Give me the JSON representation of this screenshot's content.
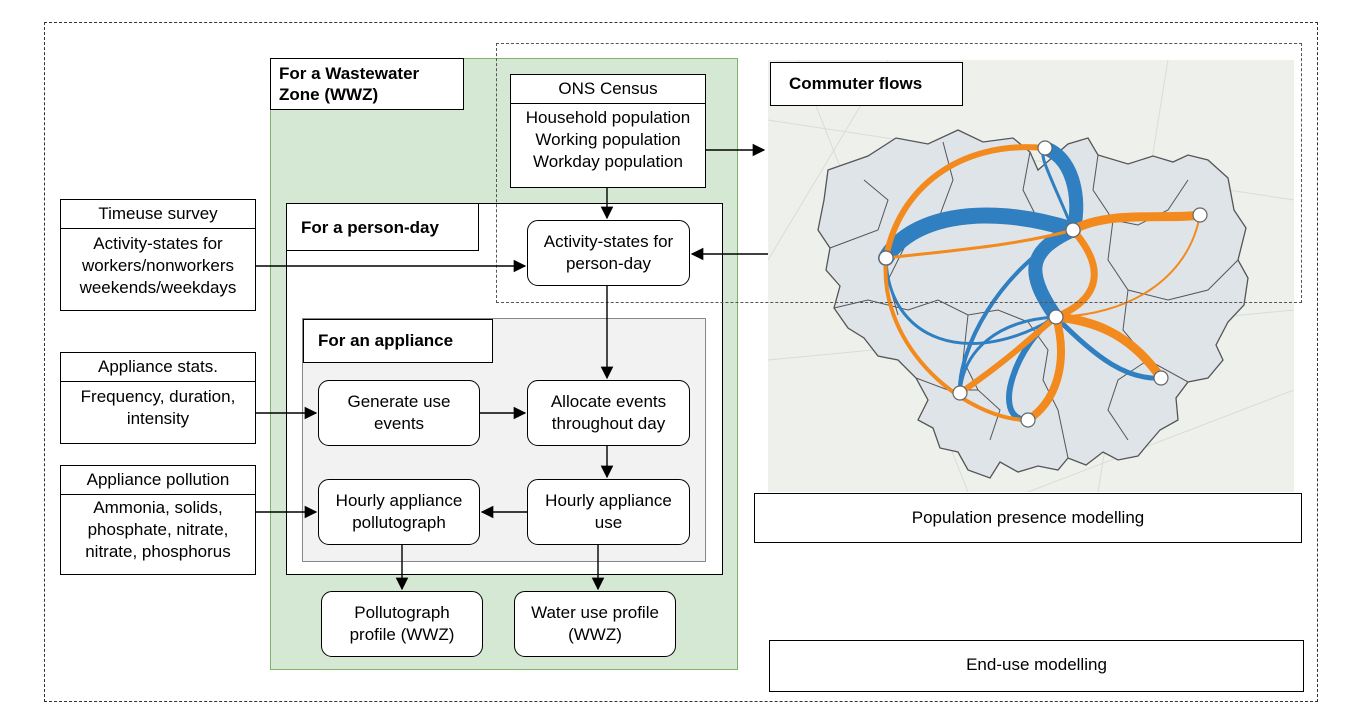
{
  "zones": {
    "wwz_title": [
      "For a Wastewater",
      "Zone (WWZ)"
    ],
    "person_day_title": "For a person-day",
    "appliance_title": "For an appliance",
    "commuter_title": "Commuter flows"
  },
  "inputs": {
    "ons": {
      "header": "ONS Census",
      "lines": [
        "Household population",
        "Working population",
        "Workday population"
      ]
    },
    "timeuse": {
      "header": "Timeuse survey",
      "lines": [
        "Activity-states for",
        "workers/nonworkers",
        "weekends/weekdays"
      ]
    },
    "appliance_stats": {
      "header": "Appliance stats.",
      "lines": [
        "Frequency, duration,",
        "intensity"
      ]
    },
    "appliance_pollution": {
      "header": "Appliance pollution",
      "lines": [
        "Ammonia, solids,",
        "phosphate, nitrate,",
        "nitrate, phosphorus"
      ]
    }
  },
  "process": {
    "activity_states": [
      "Activity-states for",
      "person-day"
    ],
    "generate_events": [
      "Generate use",
      "events"
    ],
    "allocate_events": [
      "Allocate events",
      "throughout day"
    ],
    "hourly_pollutograph": [
      "Hourly appliance",
      "pollutograph"
    ],
    "hourly_use": [
      "Hourly appliance",
      "use"
    ],
    "pollutograph_profile": [
      "Pollutograph",
      "profile (WWZ)"
    ],
    "water_use_profile": [
      "Water use profile",
      "(WWZ)"
    ]
  },
  "labels": {
    "population_presence": "Population presence modelling",
    "end_use": "End-use modelling"
  },
  "colors": {
    "wwz_fill": "#d5e8d4",
    "wwz_border": "#82b366",
    "flow_blue": "#2f7fc1",
    "flow_orange": "#f28a1e",
    "map_region": "#dfe4e9"
  }
}
